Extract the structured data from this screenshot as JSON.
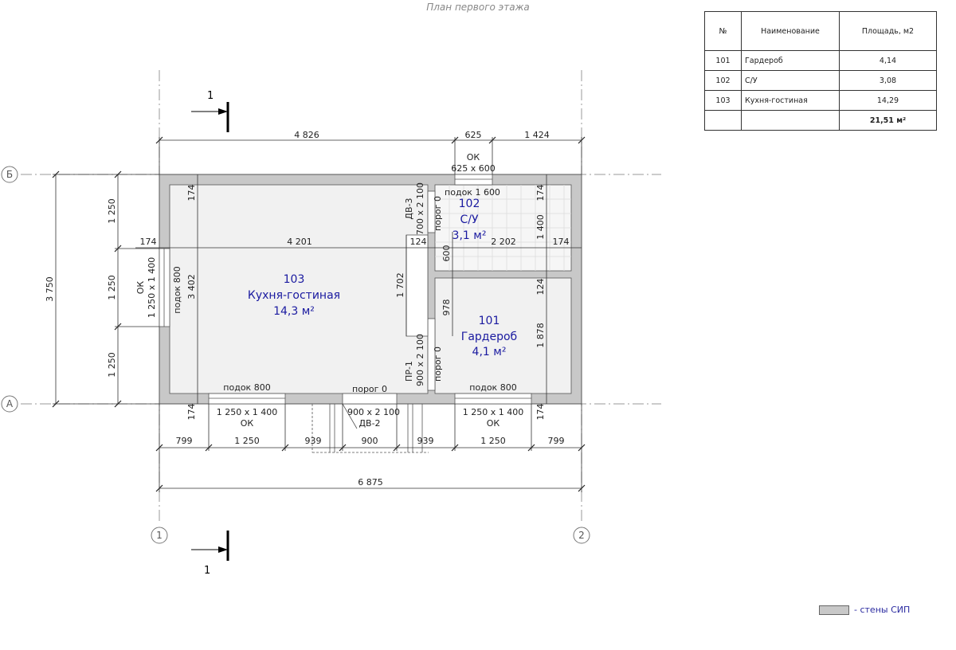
{
  "title": "План первого этажа",
  "table": {
    "headers": [
      "№",
      "Наименование",
      "Площадь, м2"
    ],
    "rows": [
      {
        "no": "101",
        "name": "Гардероб",
        "area": "4,14"
      },
      {
        "no": "102",
        "name": "С/У",
        "area": "3,08"
      },
      {
        "no": "103",
        "name": "Кухня-гостиная",
        "area": "14,29"
      }
    ],
    "total": "21,51 м²"
  },
  "rooms": {
    "r103": {
      "no": "103",
      "name": "Кухня-гостиная",
      "area": "14,3 м²"
    },
    "r102": {
      "no": "102",
      "name": "С/У",
      "area": "3,1 м²"
    },
    "r101": {
      "no": "101",
      "name": "Гардероб",
      "area": "4,1 м²"
    }
  },
  "axes": {
    "b": "Б",
    "a": "А",
    "one": "1",
    "two": "2"
  },
  "section": {
    "label": "1"
  },
  "openings": {
    "ok_top": "ОК",
    "ok_top_size": "625 х 600",
    "ok_left": "ОК",
    "ok_left_size": "1 250 х 1 400",
    "ok_bottom_left_size": "1 250 х 1 400",
    "ok_bottom_left": "ОК",
    "ok_bottom_right_size": "1 250 х 1 400",
    "ok_bottom_right": "ОК",
    "dv3": "ДВ-3",
    "dv3_size": "700 х 2 100",
    "dv2": "ДВ-2",
    "dv2_size": "900 х 2 100",
    "pr1": "ПР-1",
    "pr1_size": "900 х 2 100"
  },
  "notes": {
    "podok_1600": "подок 1 600",
    "podok_800_left": "подок 800",
    "podok_800_bl": "подок 800",
    "podok_800_br": "подок 800",
    "porog_dv3": "порог 0",
    "porog_pr1": "порог 0",
    "porog_dv2": "порог 0"
  },
  "dims": {
    "top_1": "4 826",
    "top_2": "625",
    "top_3": "1 424",
    "left_total": "3 750",
    "left_1": "1 250",
    "left_2": "1 250",
    "left_3": "1 250",
    "mid_174_l": "174",
    "mid_4201": "4 201",
    "mid_124": "124",
    "mid_2202": "2 202",
    "mid_174_r": "174",
    "v_174_tl": "174",
    "v_3402": "3 402",
    "v_1702": "1 702",
    "v_600": "600",
    "v_978": "978",
    "v_174_tr": "174",
    "v_1400": "1 400",
    "v_124": "124",
    "v_1878": "1 878",
    "v_174_bl": "174",
    "v_174_br": "174",
    "bot_1": "799",
    "bot_2": "1 250",
    "bot_3": "939",
    "bot_4": "900",
    "bot_5": "939",
    "bot_6": "1 250",
    "bot_7": "799",
    "total": "6 875"
  },
  "legend": "- стены СИП",
  "colors": {
    "wall": "#c8c8c8",
    "room": "#f1f1f1",
    "blue": "#1a1aa0"
  }
}
